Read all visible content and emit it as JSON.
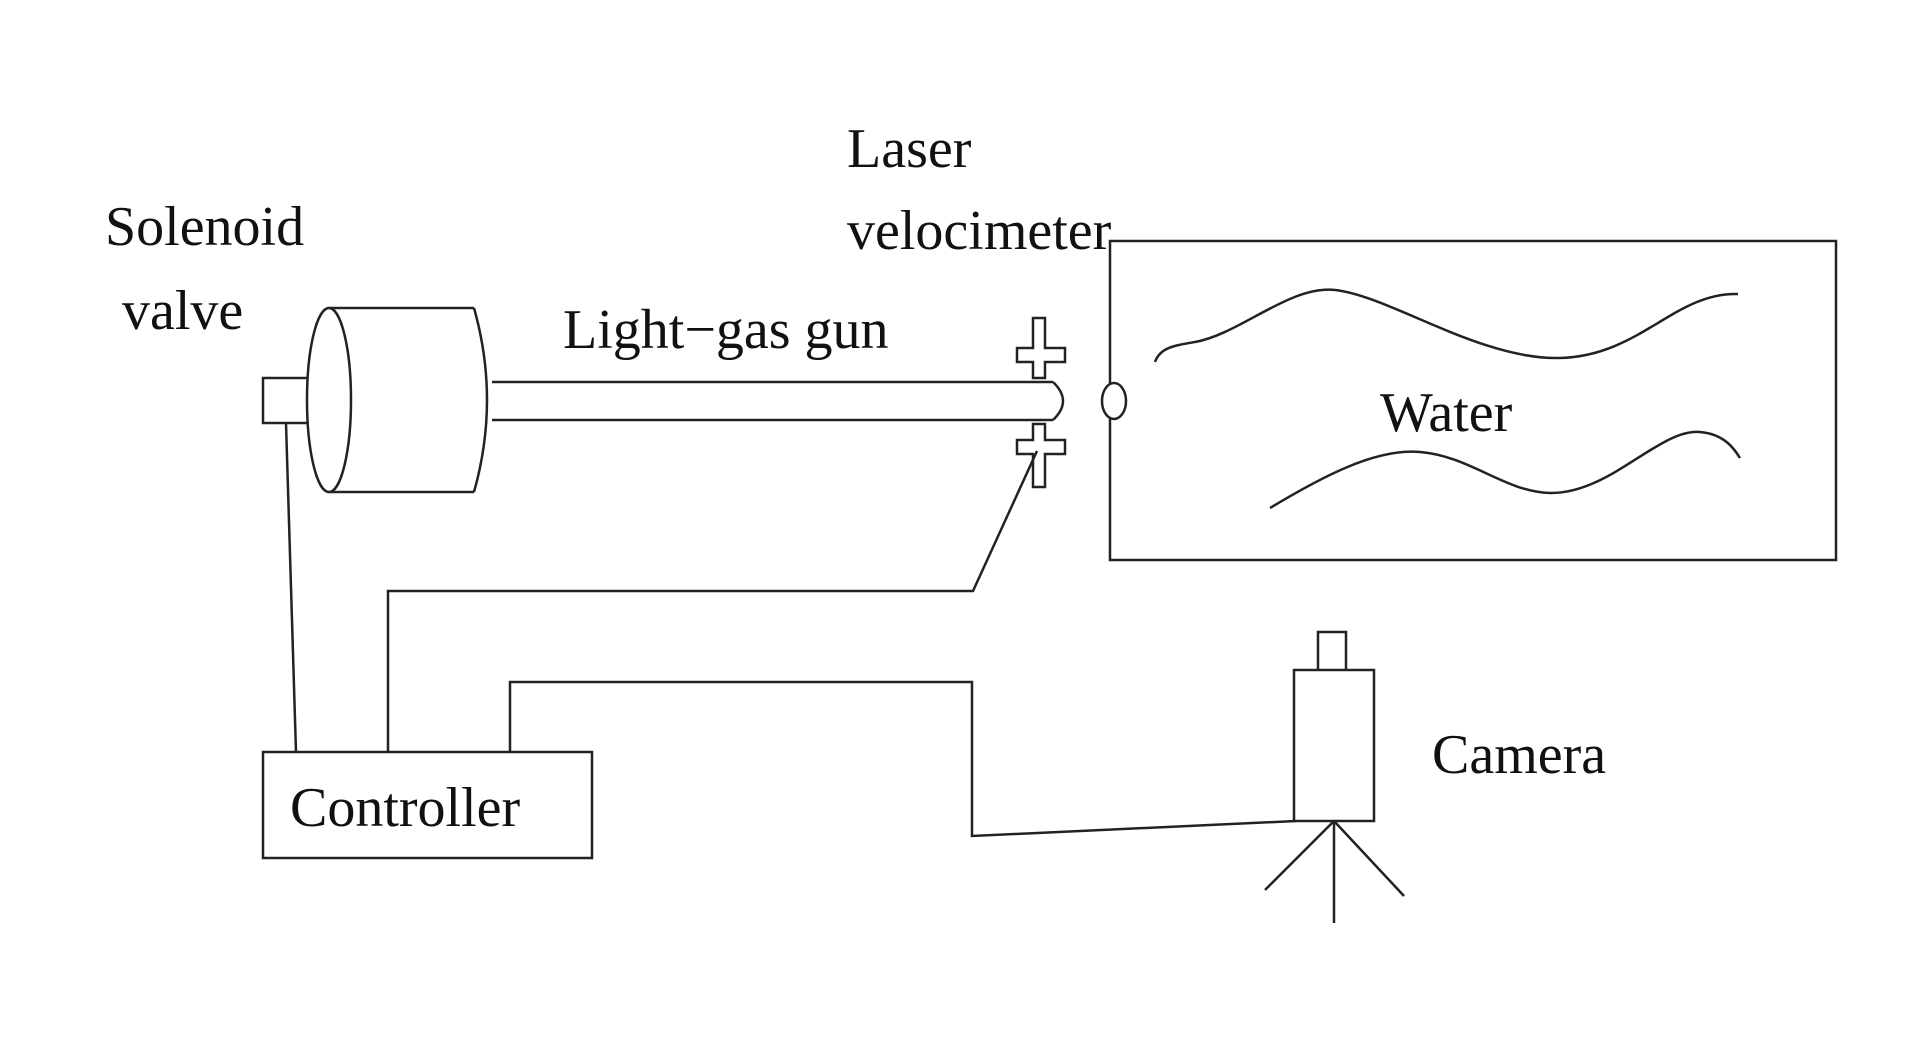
{
  "labels": {
    "solenoid_valve_line1": "Solenoid",
    "solenoid_valve_line2": "valve",
    "laser_velocimeter_line1": "Laser",
    "laser_velocimeter_line2": "velocimeter",
    "light_gas_gun": "Light−gas gun",
    "water": "Water",
    "camera": "Camera",
    "controller": "Controller"
  }
}
